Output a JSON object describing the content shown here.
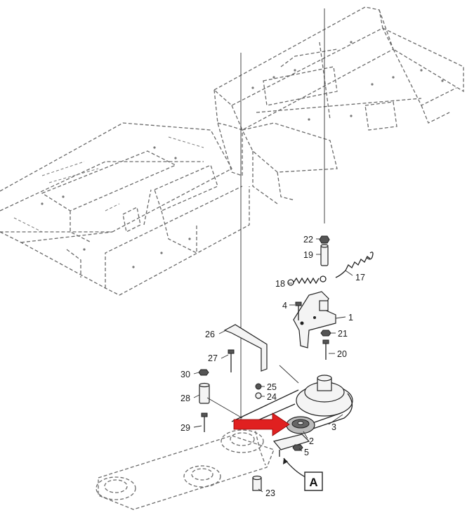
{
  "figure": {
    "view_label": "A",
    "part_callouts": [
      {
        "id": "22",
        "text": "22"
      },
      {
        "id": "19",
        "text": "19"
      },
      {
        "id": "18",
        "text": "18"
      },
      {
        "id": "17",
        "text": "17"
      },
      {
        "id": "4",
        "text": "4"
      },
      {
        "id": "1",
        "text": "1"
      },
      {
        "id": "21",
        "text": "21"
      },
      {
        "id": "20",
        "text": "20"
      },
      {
        "id": "26",
        "text": "26"
      },
      {
        "id": "27",
        "text": "27"
      },
      {
        "id": "30",
        "text": "30"
      },
      {
        "id": "25",
        "text": "25"
      },
      {
        "id": "24",
        "text": "24"
      },
      {
        "id": "28",
        "text": "28"
      },
      {
        "id": "29",
        "text": "29"
      },
      {
        "id": "3",
        "text": "3"
      },
      {
        "id": "2",
        "text": "2"
      },
      {
        "id": "5",
        "text": "5"
      },
      {
        "id": "23",
        "text": "23"
      }
    ],
    "highlight_arrow": {
      "color": "#e02020",
      "target_part": "2"
    }
  }
}
